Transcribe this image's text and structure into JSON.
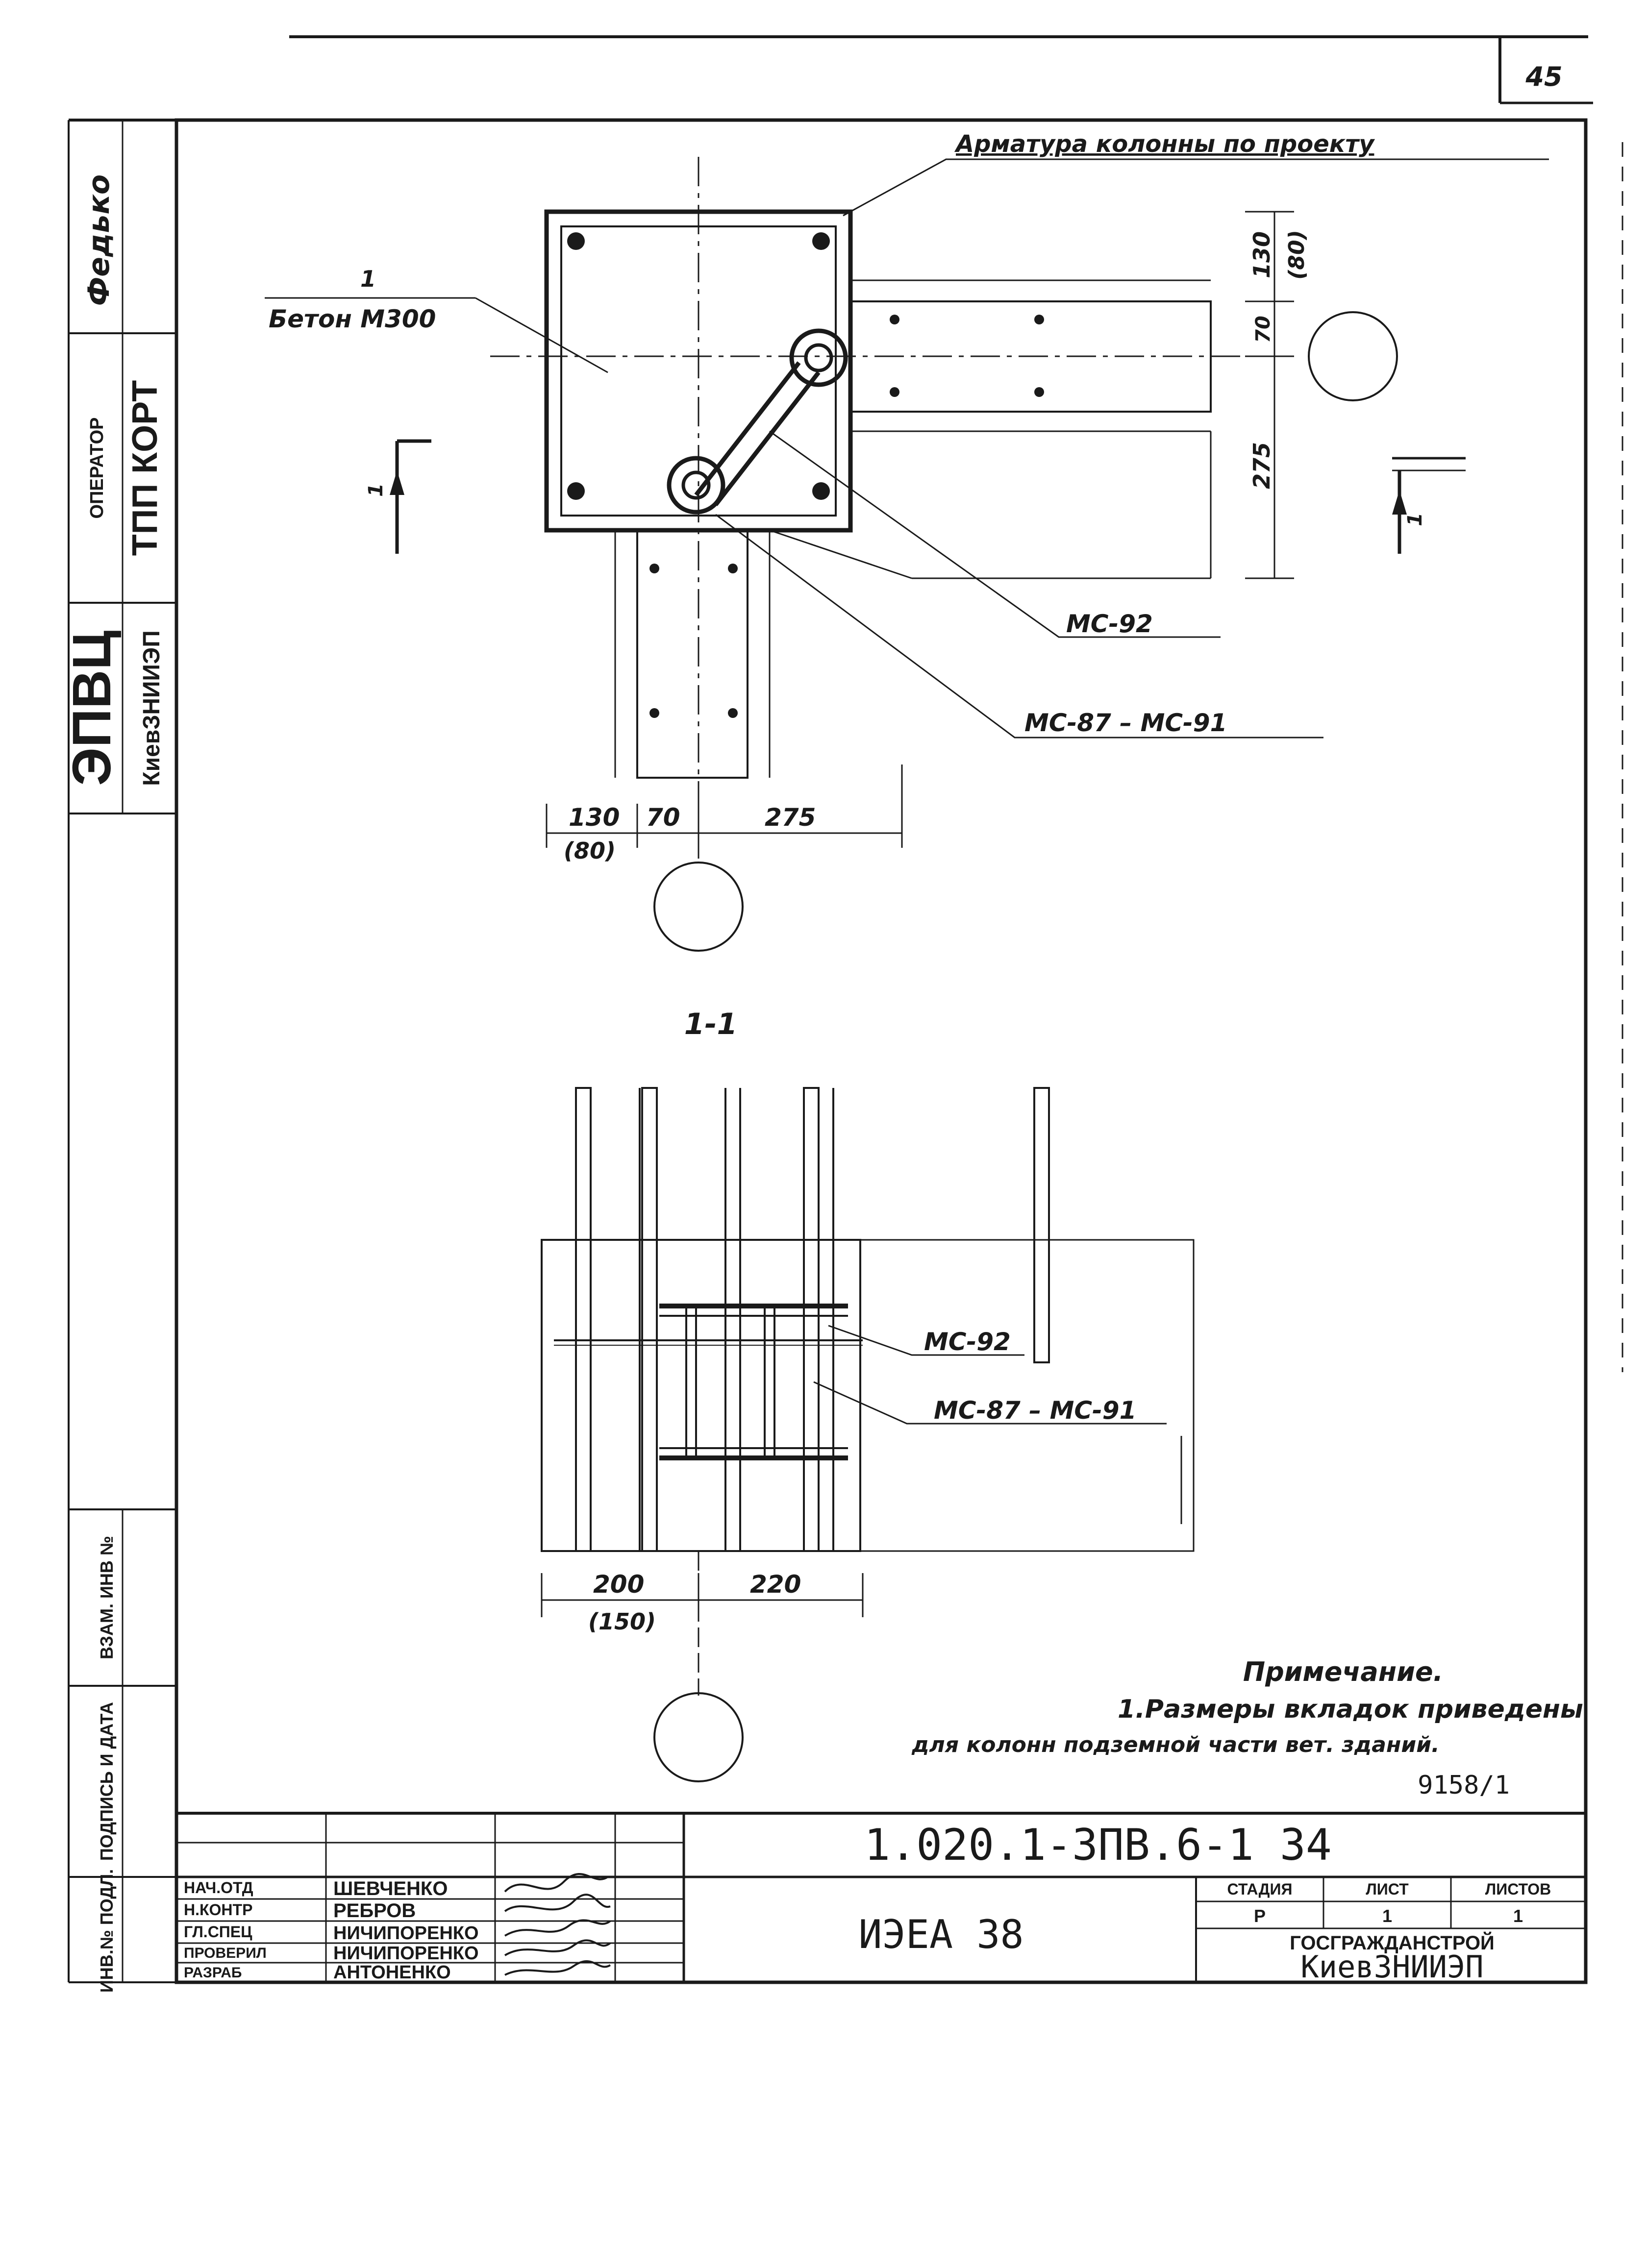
{
  "sheet_number": "45",
  "side_stamp": {
    "org": "ЭПВЦ",
    "institute": "КиевЗНИИЭП",
    "operator_label": "ОПЕРАТОР",
    "dept": "ТПП КОРТ",
    "operator_signature": "Федько"
  },
  "side_fields": [
    "ВЗАМ. ИНВ №",
    "ПОДПИСЬ И ДАТА",
    "ИНВ.№ ПОДЛ."
  ],
  "plan": {
    "leader_rebar": "Арматура колонны по проекту",
    "mark_1": "1",
    "concrete": "Бетон М300",
    "part_a": "МС-92",
    "part_b": "МС-87 – МС-91",
    "dim_130": "130",
    "dim_80": "(80)",
    "dim_70": "70",
    "dim_275": "275",
    "dim_right_130": "130",
    "dim_right_80": "(80)",
    "dim_right_70": "70",
    "dim_right_275": "275",
    "section_mark": "1"
  },
  "section": {
    "title": "1-1",
    "part_a": "МС-92",
    "part_b": "МС-87 – МС-91",
    "dim_200": "200",
    "dim_150": "(150)",
    "dim_220": "220"
  },
  "note": {
    "heading": "Примечание.",
    "line1": "1.Размеры вкладок приведены",
    "line2": "для колонн подземной части вет. зданий."
  },
  "order_no": "9158/1",
  "title_block": {
    "doc_code": "1.020.1-3ПВ.6-1  34",
    "designation": "ИЭЕА  38",
    "roles": [
      {
        "role": "НАЧ.ОТД",
        "name": "ШЕВЧЕНКО"
      },
      {
        "role": "Н.КОНТР",
        "name": "РЕБРОВ"
      },
      {
        "role": "ГЛ.СПЕЦ",
        "name": "НИЧИПОРЕНКО"
      },
      {
        "role": "ПРОВЕРИЛ",
        "name": "НИЧИПОРЕНКО"
      },
      {
        "role": "РАЗРАБ",
        "name": "АНТОНЕНКО"
      }
    ],
    "stage_label": "СТАДИЯ",
    "sheet_label": "ЛИСТ",
    "sheets_label": "ЛИСТОВ",
    "stage_val": "Р",
    "sheet_val": "1",
    "sheets_val": "1",
    "org1": "ГОСГРАЖДАНСТРОЙ",
    "org2": "КиевЗНИИЭП"
  }
}
